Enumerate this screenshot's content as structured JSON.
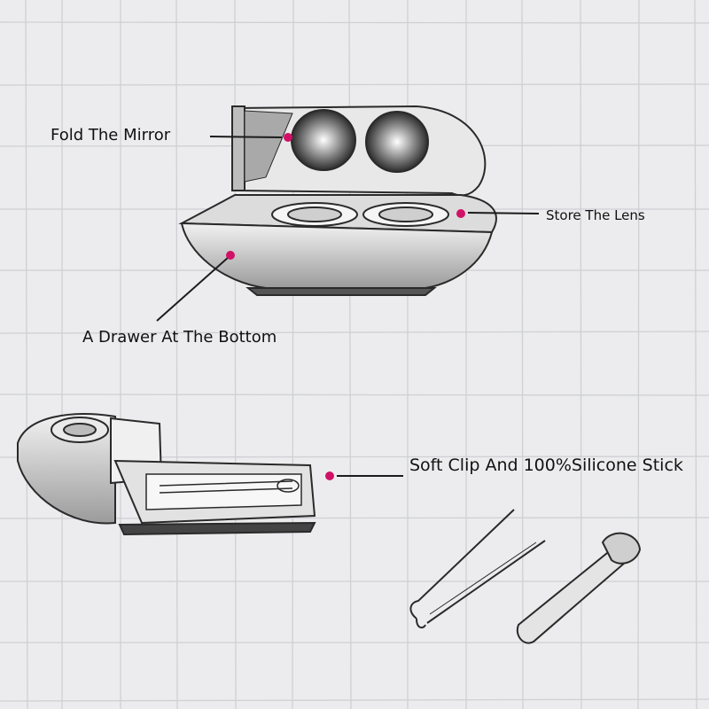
{
  "callouts": {
    "fold_mirror": "Fold The Mirror",
    "store_lens": "Store The Lens",
    "drawer": "A Drawer At The Bottom",
    "clip": "Soft Clip And 100%Silicone Stick"
  },
  "colors": {
    "background": "#ececee",
    "grid": "#cfd0d4",
    "sketch": "#2a2a2a",
    "marker": "#d01267"
  }
}
